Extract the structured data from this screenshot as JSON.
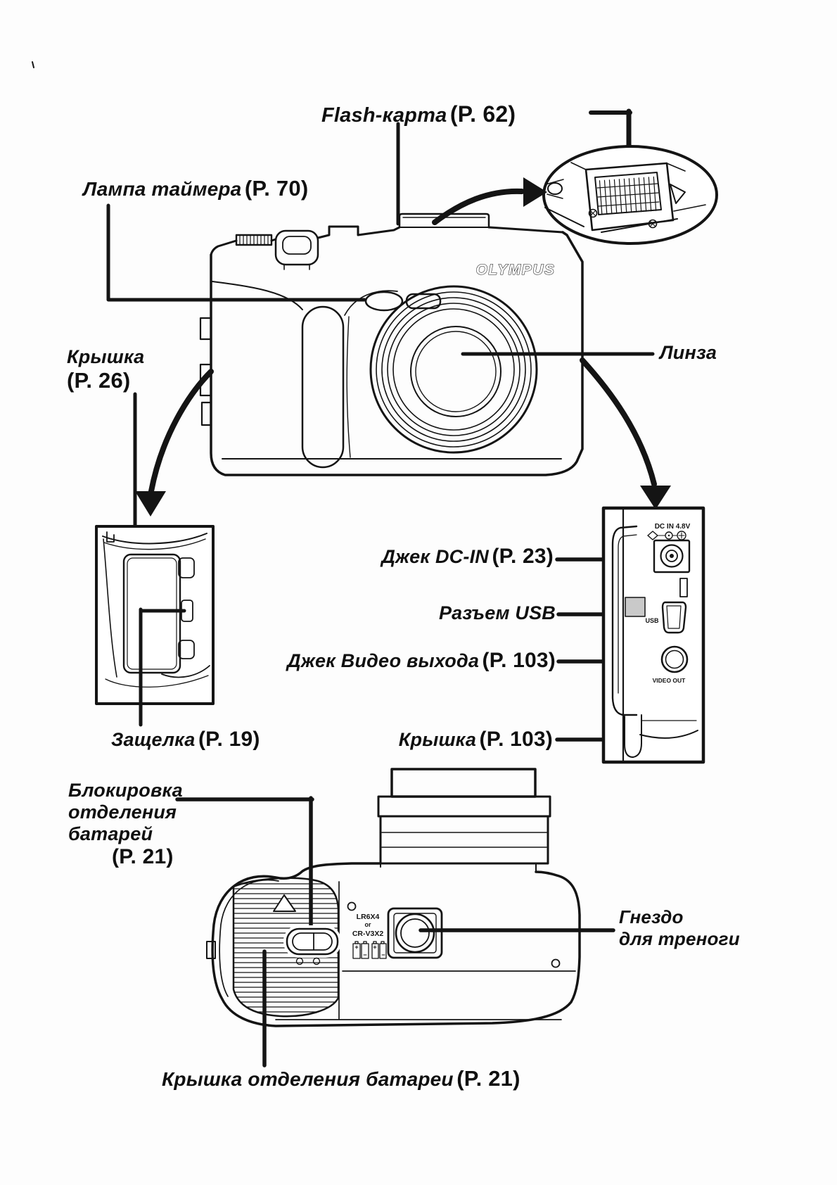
{
  "page": {
    "background": "#fdfdfd",
    "ink": "#141414"
  },
  "labels": {
    "flash_card": {
      "name": "Flash-карта",
      "page": "(P. 62)"
    },
    "timer_lamp": {
      "name": "Лампа таймера",
      "page": "(P. 70)"
    },
    "cover_side": {
      "name": "Крышка",
      "page": "(P. 26)"
    },
    "lens": {
      "name": "Линза"
    },
    "dc_in": {
      "name": "Джек DC-IN",
      "page": "(P. 23)"
    },
    "usb": {
      "name": "Разъем USB"
    },
    "video_out": {
      "name": "Джек Видео выхода",
      "page": "(P. 103)"
    },
    "latch": {
      "name": "Защелка",
      "page": "(P. 19)"
    },
    "cover_conn": {
      "name": "Крышка",
      "page": "(P. 103)"
    },
    "battery_lock": {
      "line1": "Блокировка",
      "line2": "отделения",
      "line3": "батарей",
      "page": "(P. 21)"
    },
    "tripod": {
      "line1": "Гнездо",
      "line2": "для треноги"
    },
    "battery_cover": {
      "name": "Крышка отделения батареи",
      "page": "(P. 21)"
    }
  },
  "drawing": {
    "brand": "OLYMPUS",
    "dc_port_label": "DC IN 4.8V",
    "usb_port_label": "USB",
    "video_port_label": "VIDEO OUT",
    "battery_type_line1": "LR6X4",
    "battery_type_line2": "or",
    "battery_type_line3": "CR-V3X2"
  }
}
